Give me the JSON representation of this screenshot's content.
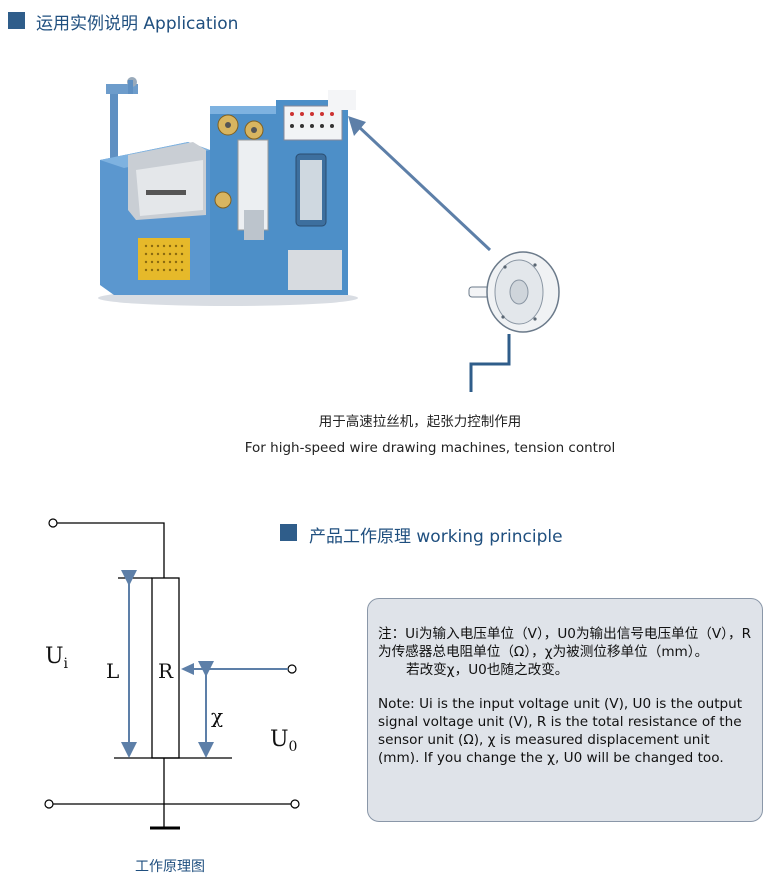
{
  "section1": {
    "title": "运用实例说明 Application"
  },
  "caption": {
    "cn": "用于高速拉丝机，起张力控制作用",
    "en": "For high-speed wire drawing machines, tension control"
  },
  "section2": {
    "title": "产品工作原理 working principle"
  },
  "diagram": {
    "ui_main": "U",
    "ui_sub": "i",
    "u0_main": "U",
    "u0_sub": "0",
    "L": "L",
    "R": "R",
    "chi": "χ",
    "caption": "工作原理图"
  },
  "note": {
    "cn_line1": "注：Ui为输入电压单位（V），U0为输出信号电压单位（V），R为传感器总电阻单位（Ω），χ为被测位移单位（mm）。",
    "cn_line2": "若改变χ，U0也随之改变。",
    "en": "Note: Ui is the input voltage unit (V), U0 is the output signal voltage unit (V), R is the total resistance of the sensor unit (Ω), χ is measured displacement unit (mm). If you change the χ, U0 will be changed too."
  },
  "colors": {
    "accent": "#2f5d8a",
    "heading": "#1f4f7f",
    "machine_blue": "#4d8fc8",
    "arrow": "#5d7fa8"
  }
}
